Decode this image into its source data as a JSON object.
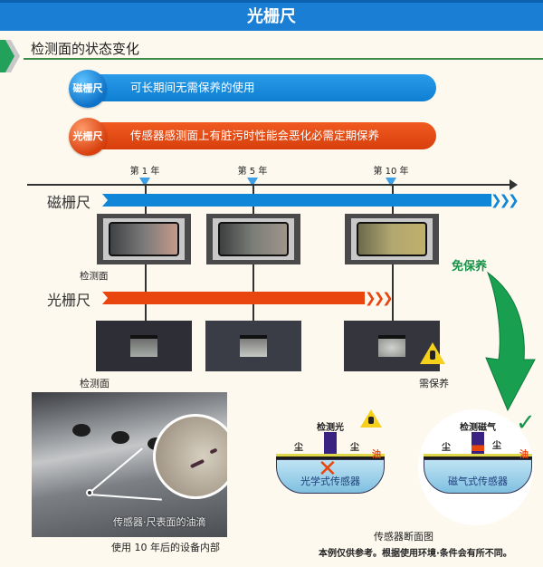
{
  "header": {
    "title": "光栅尺"
  },
  "section": {
    "title": "检测面的状态变化"
  },
  "summary": [
    {
      "badge": "磁栅尺",
      "text": "可长期间无需保养的使用",
      "color": "#0f7fd2"
    },
    {
      "badge": "光栅尺",
      "text": "传感器感测面上有脏污时性能会恶化必需定期保养",
      "color": "#d83f0c"
    }
  ],
  "timeline": {
    "years": [
      "第 1 年",
      "第 5 年",
      "第 10 年"
    ],
    "rows": [
      {
        "label": "磁栅尺",
        "sub_label": "检测面",
        "color": "#0f86d8",
        "chevrons": "❯❯❯"
      },
      {
        "label": "光栅尺",
        "sub_label": "检测面",
        "color": "#e9460f",
        "chevrons": "❯❯❯",
        "warning": "需保养"
      }
    ],
    "free_label": "免保养"
  },
  "photo": {
    "inner_caption": "传感器·尺表面的油滴",
    "caption": "使用 10 年后的设备内部"
  },
  "diagrams": {
    "optical": {
      "arrow_label": "检测光",
      "sensor": "光学式传感器",
      "dust": "尘",
      "oil": "油"
    },
    "magnetic": {
      "arrow_label": "检测磁气",
      "sensor": "磁气式传感器",
      "dust": "尘",
      "oil": "油"
    },
    "caption": "传感器断面图",
    "note": "本例仅供参考。根据使用环境·条件会有所不同。"
  },
  "colors": {
    "title_bar": "#1a7fd4",
    "accent_green": "#17944a",
    "accent_orange": "#e9460f",
    "accent_blue": "#0f86d8",
    "background": "#fdf9ee"
  }
}
